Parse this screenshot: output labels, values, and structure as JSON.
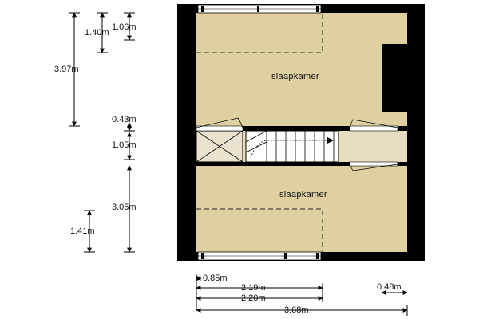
{
  "colors": {
    "floor": "#dfd0a1",
    "wall": "#000000",
    "stair_void": "#ffffff",
    "landing": "#e6dcc0",
    "dashed": "#222222",
    "dimension": "#000000",
    "background": "#ffffff"
  },
  "rooms": {
    "top": "slaapkamer",
    "bottom": "slaapkamer"
  },
  "dimensions": {
    "vertical": {
      "top_total": "3.97m",
      "top_window": "1.40m",
      "top_slope": "1.06m",
      "wall_gap": "0.43m",
      "landing": "1.05m",
      "bottom_total": "3.05m",
      "bottom_slope": "1.41m"
    },
    "horizontal": {
      "small": "0.85m",
      "width_a": "2.19m",
      "width_b": "2.20m",
      "right_small": "0.48m",
      "total": "3.68m"
    }
  }
}
